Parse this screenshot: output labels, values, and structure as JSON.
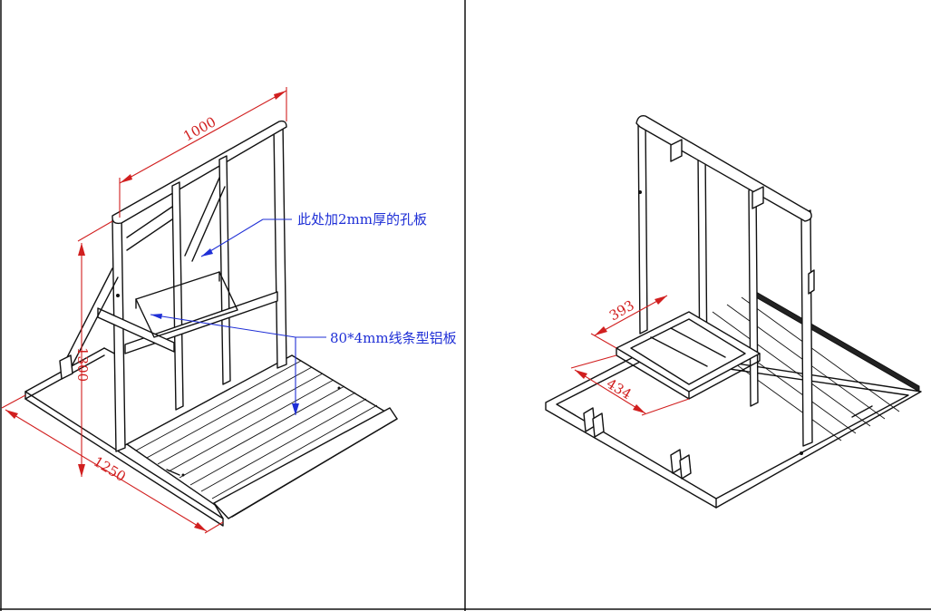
{
  "left_view": {
    "dimensions": {
      "width": "1000",
      "height": "1300",
      "depth": "1250"
    },
    "annotations": {
      "perforated_plate": "此处加2mm厚的孔板",
      "aluminum_plate": "80*4mm线条型铝板"
    }
  },
  "right_view": {
    "dimensions": {
      "top_step": "393",
      "bottom_step": "434"
    }
  },
  "colors": {
    "dimension": "#d11f1f",
    "annotation": "#1f2fd6",
    "line": "#111111"
  }
}
